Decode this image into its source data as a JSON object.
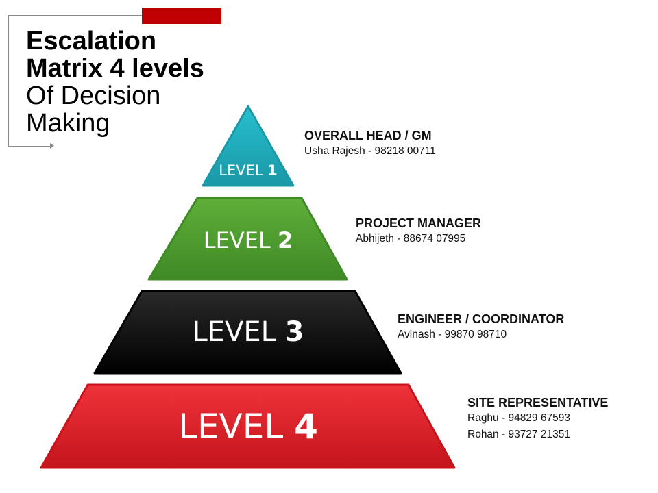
{
  "title": {
    "line1": "Escalation",
    "line2": "Matrix 4 levels",
    "line3": "Of Decision",
    "line4": "Making"
  },
  "levels": [
    {
      "word": "LEVEL",
      "number": "1",
      "color_top": "#27bfcf",
      "color_bottom": "#1a98a6",
      "role": "OVERALL HEAD / GM",
      "contacts": [
        "Usha Rajesh - 98218 00711"
      ]
    },
    {
      "word": "LEVEL",
      "number": "2",
      "color_top": "#5fae3a",
      "color_bottom": "#3f8a25",
      "role": "PROJECT MANAGER",
      "contacts": [
        "Abhijeth - 88674 07995"
      ]
    },
    {
      "word": "LEVEL",
      "number": "3",
      "color_top": "#2a2a2a",
      "color_bottom": "#000000",
      "role": "ENGINEER / COORDINATOR",
      "contacts": [
        "Avinash - 99870 98710"
      ]
    },
    {
      "word": "LEVEL",
      "number": "4",
      "color_top": "#f0323a",
      "color_bottom": "#c4141c",
      "role": "SITE REPRESENTATIVE",
      "contacts": [
        "Raghu - 94829 67593",
        "Rohan - 93727 21351"
      ]
    }
  ],
  "colors": {
    "accent_bar": "#c00000"
  }
}
